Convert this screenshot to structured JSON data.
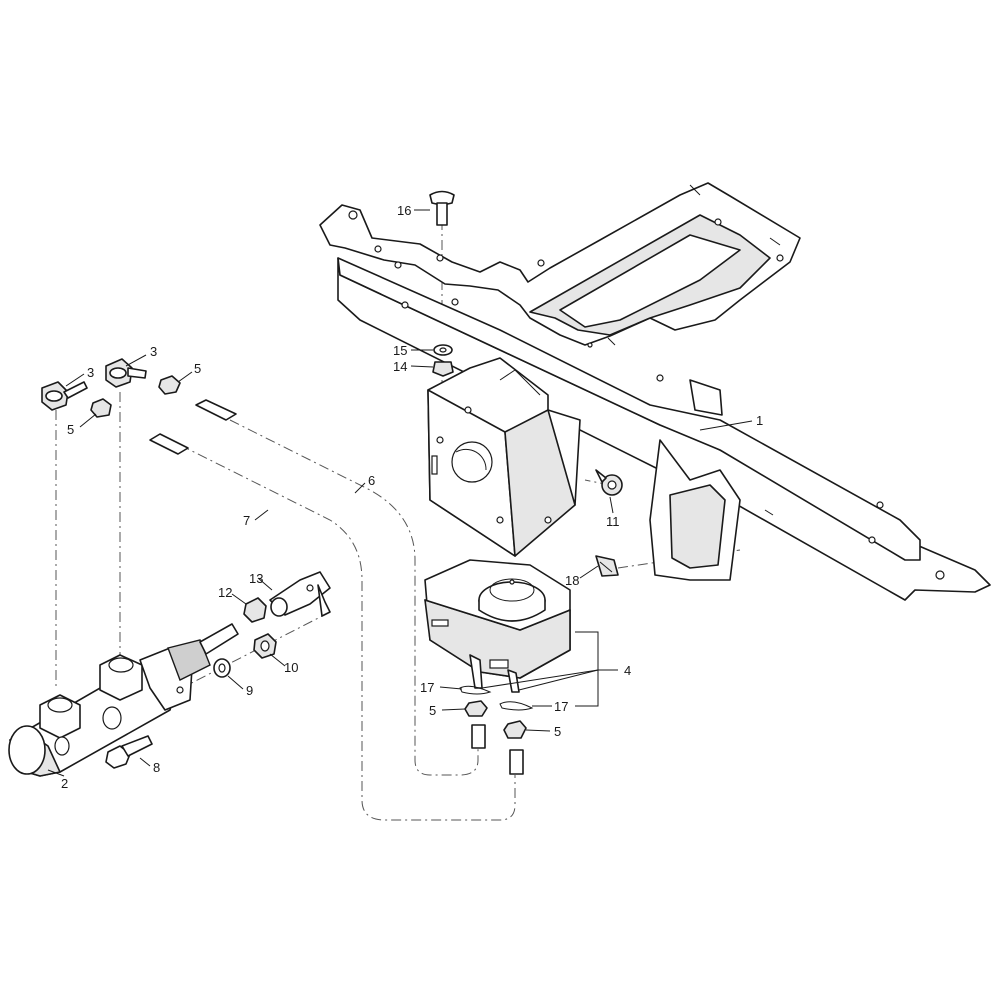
{
  "callouts": {
    "c1": "1",
    "c2": "2",
    "c3a": "3",
    "c3b": "3",
    "c4": "4",
    "c5a": "5",
    "c5b": "5",
    "c5c": "5",
    "c5d": "5",
    "c6": "6",
    "c7": "7",
    "c8": "8",
    "c9": "9",
    "c10": "10",
    "c11": "11",
    "c12": "12",
    "c13": "13",
    "c14": "14",
    "c15": "15",
    "c16": "16",
    "c17a": "17",
    "c17b": "17",
    "c18": "18"
  }
}
